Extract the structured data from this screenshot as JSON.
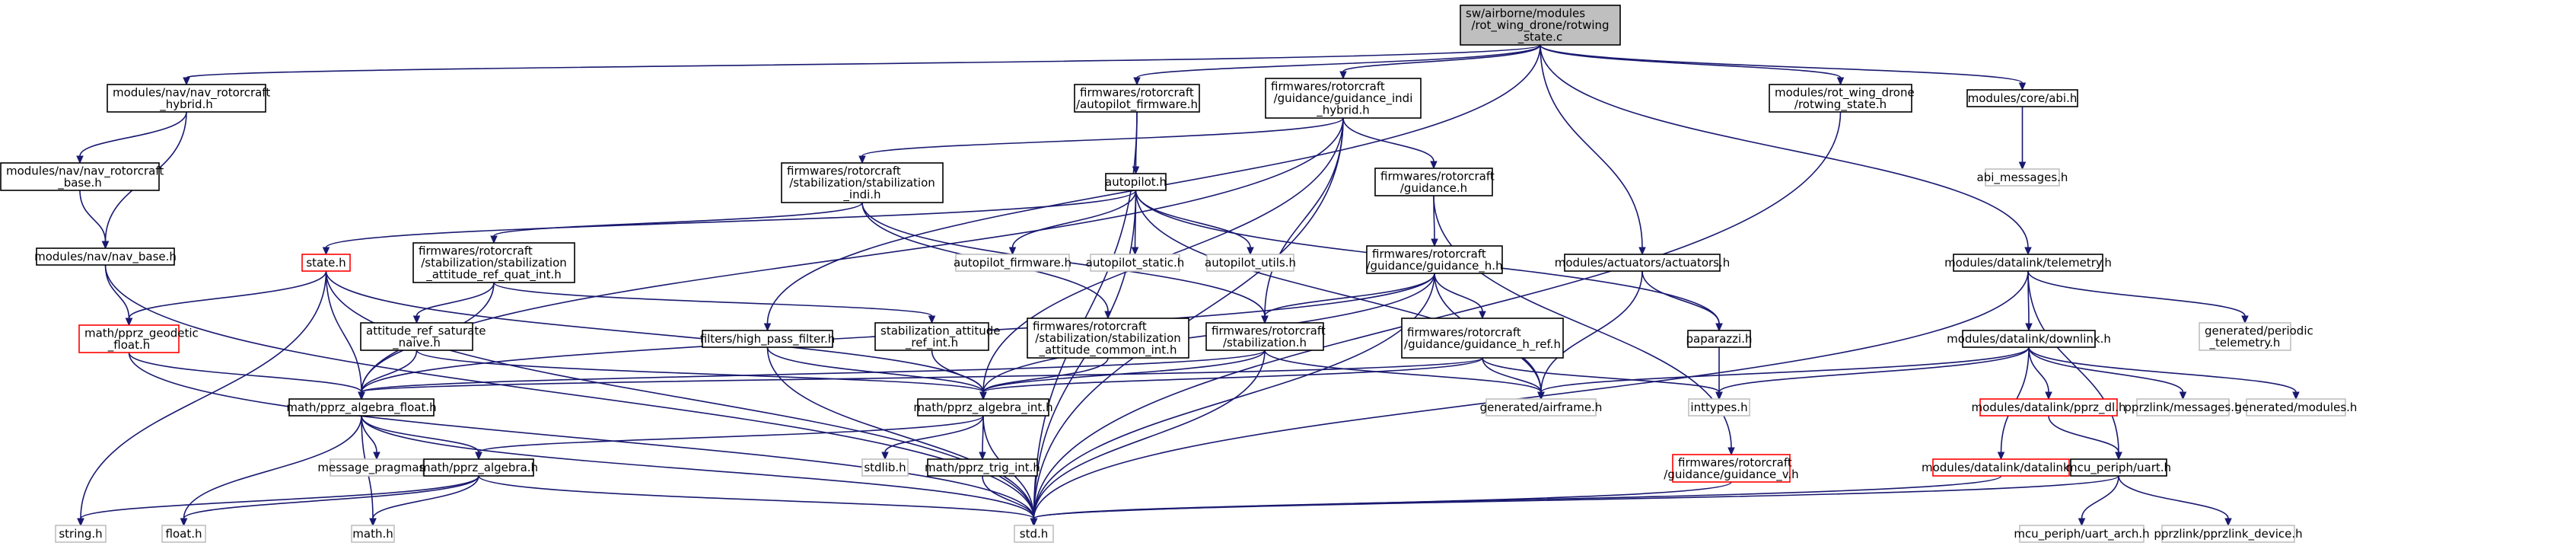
{
  "title": "sw/airborne/modules/rot_wing_drone/rotwing_state.c",
  "colors": {
    "root_fill": "#bfbfbf",
    "root_stroke": "#000000",
    "normal_stroke": "#000000",
    "missing_stroke": "#ff0000",
    "external_stroke": "#bfbfbf",
    "external_text": "#555555",
    "edge": "#191970"
  },
  "nodes": [
    {
      "id": "root",
      "style": "root",
      "lines": [
        "sw/airborne/modules",
        "/rot_wing_drone/rotwing",
        "_state.c"
      ]
    },
    {
      "id": "nav_rotorcraft_hybrid",
      "style": "normal",
      "lines": [
        "modules/nav/nav_rotorcraft",
        "_hybrid.h"
      ]
    },
    {
      "id": "autopilot_firmware",
      "style": "normal",
      "lines": [
        "firmwares/rotorcraft",
        "/autopilot_firmware.h"
      ]
    },
    {
      "id": "guidance_indi_hybrid",
      "style": "normal",
      "lines": [
        "firmwares/rotorcraft",
        "/guidance/guidance_indi",
        "_hybrid.h"
      ]
    },
    {
      "id": "rotwing_state_h",
      "style": "normal",
      "lines": [
        "modules/rot_wing_drone",
        "/rotwing_state.h"
      ]
    },
    {
      "id": "abi",
      "style": "normal",
      "lines": [
        "modules/core/abi.h"
      ]
    },
    {
      "id": "abi_messages",
      "style": "external",
      "lines": [
        "abi_messages.h"
      ]
    },
    {
      "id": "nav_rotorcraft_base",
      "style": "normal",
      "lines": [
        "modules/nav/nav_rotorcraft",
        "_base.h"
      ]
    },
    {
      "id": "stabilization_indi",
      "style": "normal",
      "lines": [
        "firmwares/rotorcraft",
        "/stabilization/stabilization",
        "_indi.h"
      ]
    },
    {
      "id": "autopilot",
      "style": "normal",
      "lines": [
        "autopilot.h"
      ]
    },
    {
      "id": "guidance",
      "style": "normal",
      "lines": [
        "firmwares/rotorcraft",
        "/guidance.h"
      ]
    },
    {
      "id": "nav_base",
      "style": "normal",
      "lines": [
        "modules/nav/nav_base.h"
      ]
    },
    {
      "id": "state",
      "style": "missing",
      "lines": [
        "state.h"
      ]
    },
    {
      "id": "autopilot_firmware_ext",
      "style": "external",
      "lines": [
        "autopilot_firmware.h"
      ]
    },
    {
      "id": "autopilot_static",
      "style": "external",
      "lines": [
        "autopilot_static.h"
      ]
    },
    {
      "id": "autopilot_utils",
      "style": "external",
      "lines": [
        "autopilot_utils.h"
      ]
    },
    {
      "id": "guidance_h",
      "style": "normal",
      "lines": [
        "firmwares/rotorcraft",
        "/guidance/guidance_h.h"
      ]
    },
    {
      "id": "actuators",
      "style": "normal",
      "lines": [
        "modules/actuators/actuators.h"
      ]
    },
    {
      "id": "telemetry",
      "style": "normal",
      "lines": [
        "modules/datalink/telemetry.h"
      ]
    },
    {
      "id": "stab_attitude_ref_quat",
      "style": "normal",
      "lines": [
        "firmwares/rotorcraft",
        "/stabilization/stabilization",
        "_attitude_ref_quat_int.h"
      ]
    },
    {
      "id": "pprz_geodetic_float",
      "style": "missing",
      "lines": [
        "math/pprz_geodetic",
        "_float.h"
      ]
    },
    {
      "id": "attitude_ref_saturate",
      "style": "normal",
      "lines": [
        "attitude_ref_saturate",
        "_naive.h"
      ]
    },
    {
      "id": "high_pass_filter",
      "style": "normal",
      "lines": [
        "filters/high_pass_filter.h"
      ]
    },
    {
      "id": "stab_attitude_ref_int",
      "style": "normal",
      "lines": [
        "stabilization_attitude",
        "_ref_int.h"
      ]
    },
    {
      "id": "stab_attitude_common_int",
      "style": "normal",
      "lines": [
        "firmwares/rotorcraft",
        "/stabilization/stabilization",
        "_attitude_common_int.h"
      ]
    },
    {
      "id": "stabilization_h",
      "style": "normal",
      "lines": [
        "firmwares/rotorcraft",
        "/stabilization.h"
      ]
    },
    {
      "id": "guidance_h_ref",
      "style": "normal",
      "lines": [
        "firmwares/rotorcraft",
        "/guidance/guidance_h_ref.h"
      ]
    },
    {
      "id": "paparazzi",
      "style": "normal",
      "lines": [
        "paparazzi.h"
      ]
    },
    {
      "id": "downlink",
      "style": "normal",
      "lines": [
        "modules/datalink/downlink.h"
      ]
    },
    {
      "id": "periodic_telemetry",
      "style": "external",
      "lines": [
        "generated/periodic",
        "_telemetry.h"
      ]
    },
    {
      "id": "pprz_algebra_float",
      "style": "normal",
      "lines": [
        "math/pprz_algebra_float.h"
      ]
    },
    {
      "id": "pprz_algebra_int",
      "style": "normal",
      "lines": [
        "math/pprz_algebra_int.h"
      ]
    },
    {
      "id": "airframe",
      "style": "external",
      "lines": [
        "generated/airframe.h"
      ]
    },
    {
      "id": "inttypes",
      "style": "external",
      "lines": [
        "inttypes.h"
      ]
    },
    {
      "id": "pprz_dl",
      "style": "missing",
      "lines": [
        "modules/datalink/pprz_dl.h"
      ]
    },
    {
      "id": "pprzlink_messages",
      "style": "external",
      "lines": [
        "pprzlink/messages.h"
      ]
    },
    {
      "id": "generated_modules",
      "style": "external",
      "lines": [
        "generated/modules.h"
      ]
    },
    {
      "id": "message_pragmas",
      "style": "external",
      "lines": [
        "message_pragmas.h"
      ]
    },
    {
      "id": "stdlib",
      "style": "external",
      "lines": [
        "stdlib.h"
      ]
    },
    {
      "id": "pprz_algebra",
      "style": "normal",
      "lines": [
        "math/pprz_algebra.h"
      ]
    },
    {
      "id": "pprz_trig_int",
      "style": "normal",
      "lines": [
        "math/pprz_trig_int.h"
      ]
    },
    {
      "id": "guidance_v",
      "style": "missing",
      "lines": [
        "firmwares/rotorcraft",
        "/guidance/guidance_v.h"
      ]
    },
    {
      "id": "datalink",
      "style": "missing",
      "lines": [
        "modules/datalink/datalink.h"
      ]
    },
    {
      "id": "uart",
      "style": "normal",
      "lines": [
        "mcu_periph/uart.h"
      ]
    },
    {
      "id": "string_h",
      "style": "external",
      "lines": [
        "string.h"
      ]
    },
    {
      "id": "float_h",
      "style": "external",
      "lines": [
        "float.h"
      ]
    },
    {
      "id": "math_h",
      "style": "external",
      "lines": [
        "math.h"
      ]
    },
    {
      "id": "std_h",
      "style": "external",
      "lines": [
        "std.h"
      ]
    },
    {
      "id": "uart_arch",
      "style": "external",
      "lines": [
        "mcu_periph/uart_arch.h"
      ]
    },
    {
      "id": "pprzlink_device",
      "style": "external",
      "lines": [
        "pprzlink/pprzlink_device.h"
      ]
    }
  ],
  "edges": [
    [
      "root",
      "nav_rotorcraft_hybrid"
    ],
    [
      "root",
      "autopilot_firmware"
    ],
    [
      "root",
      "guidance_indi_hybrid"
    ],
    [
      "root",
      "rotwing_state_h"
    ],
    [
      "root",
      "abi"
    ],
    [
      "root",
      "actuators"
    ],
    [
      "root",
      "telemetry"
    ],
    [
      "root",
      "high_pass_filter"
    ],
    [
      "nav_rotorcraft_hybrid",
      "nav_rotorcraft_base"
    ],
    [
      "nav_rotorcraft_hybrid",
      "nav_base"
    ],
    [
      "nav_rotorcraft_base",
      "nav_base"
    ],
    [
      "nav_base",
      "pprz_geodetic_float"
    ],
    [
      "nav_base",
      "std_h"
    ],
    [
      "autopilot_firmware",
      "autopilot"
    ],
    [
      "autopilot_firmware",
      "std_h"
    ],
    [
      "guidance_indi_hybrid",
      "stabilization_indi"
    ],
    [
      "guidance_indi_hybrid",
      "guidance"
    ],
    [
      "guidance_indi_hybrid",
      "stabilization_h"
    ],
    [
      "guidance_indi_hybrid",
      "pprz_algebra_float"
    ],
    [
      "guidance_indi_hybrid",
      "pprz_algebra_int"
    ],
    [
      "guidance_indi_hybrid",
      "std_h"
    ],
    [
      "rotwing_state_h",
      "std_h"
    ],
    [
      "abi",
      "abi_messages"
    ],
    [
      "stabilization_indi",
      "stab_attitude_ref_quat"
    ],
    [
      "stabilization_indi",
      "stab_attitude_common_int"
    ],
    [
      "stabilization_indi",
      "stabilization_h"
    ],
    [
      "autopilot",
      "state"
    ],
    [
      "autopilot",
      "autopilot_firmware_ext"
    ],
    [
      "autopilot",
      "autopilot_static"
    ],
    [
      "autopilot",
      "autopilot_utils"
    ],
    [
      "autopilot",
      "paparazzi"
    ],
    [
      "autopilot",
      "airframe"
    ],
    [
      "autopilot",
      "std_h"
    ],
    [
      "guidance",
      "guidance_h"
    ],
    [
      "guidance",
      "guidance_v"
    ],
    [
      "state",
      "pprz_geodetic_float"
    ],
    [
      "state",
      "pprz_algebra_float"
    ],
    [
      "state",
      "pprz_algebra_int"
    ],
    [
      "state",
      "string_h"
    ],
    [
      "state",
      "std_h"
    ],
    [
      "guidance_h",
      "stabilization_h"
    ],
    [
      "guidance_h",
      "guidance_h_ref"
    ],
    [
      "guidance_h",
      "pprz_algebra_float"
    ],
    [
      "guidance_h",
      "pprz_algebra_int"
    ],
    [
      "guidance_h",
      "airframe"
    ],
    [
      "guidance_h",
      "std_h"
    ],
    [
      "actuators",
      "paparazzi"
    ],
    [
      "actuators",
      "airframe"
    ],
    [
      "telemetry",
      "downlink"
    ],
    [
      "telemetry",
      "periodic_telemetry"
    ],
    [
      "telemetry",
      "uart"
    ],
    [
      "telemetry",
      "std_h"
    ],
    [
      "stab_attitude_ref_quat",
      "attitude_ref_saturate"
    ],
    [
      "stab_attitude_ref_quat",
      "stab_attitude_ref_int"
    ],
    [
      "stab_attitude_ref_quat",
      "pprz_algebra_float"
    ],
    [
      "pprz_geodetic_float",
      "pprz_algebra_float"
    ],
    [
      "pprz_geodetic_float",
      "std_h"
    ],
    [
      "attitude_ref_saturate",
      "pprz_algebra_float"
    ],
    [
      "attitude_ref_saturate",
      "pprz_algebra_int"
    ],
    [
      "high_pass_filter",
      "pprz_algebra_int"
    ],
    [
      "high_pass_filter",
      "std_h"
    ],
    [
      "stab_attitude_ref_int",
      "pprz_algebra_int"
    ],
    [
      "stab_attitude_common_int",
      "pprz_algebra_int"
    ],
    [
      "stabilization_h",
      "pprz_algebra_float"
    ],
    [
      "stabilization_h",
      "pprz_algebra_int"
    ],
    [
      "stabilization_h",
      "airframe"
    ],
    [
      "stabilization_h",
      "std_h"
    ],
    [
      "guidance_h_ref",
      "pprz_algebra_float"
    ],
    [
      "guidance_h_ref",
      "pprz_algebra_int"
    ],
    [
      "guidance_h_ref",
      "airframe"
    ],
    [
      "guidance_h_ref",
      "inttypes"
    ],
    [
      "paparazzi",
      "inttypes"
    ],
    [
      "downlink",
      "inttypes"
    ],
    [
      "downlink",
      "pprz_dl"
    ],
    [
      "downlink",
      "pprzlink_messages"
    ],
    [
      "downlink",
      "generated_modules"
    ],
    [
      "downlink",
      "datalink"
    ],
    [
      "downlink",
      "airframe"
    ],
    [
      "pprz_algebra_float",
      "pprz_algebra"
    ],
    [
      "pprz_algebra_float",
      "message_pragmas"
    ],
    [
      "pprz_algebra_float",
      "float_h"
    ],
    [
      "pprz_algebra_float",
      "math_h"
    ],
    [
      "pprz_algebra_float",
      "std_h"
    ],
    [
      "pprz_algebra_int",
      "pprz_algebra"
    ],
    [
      "pprz_algebra_int",
      "pprz_trig_int"
    ],
    [
      "pprz_algebra_int",
      "stdlib"
    ],
    [
      "pprz_algebra_int",
      "std_h"
    ],
    [
      "pprz_algebra",
      "string_h"
    ],
    [
      "pprz_algebra",
      "float_h"
    ],
    [
      "pprz_algebra",
      "math_h"
    ],
    [
      "pprz_algebra",
      "std_h"
    ],
    [
      "pprz_trig_int",
      "std_h"
    ],
    [
      "pprz_dl",
      "uart"
    ],
    [
      "guidance_v",
      "std_h"
    ],
    [
      "datalink",
      "std_h"
    ],
    [
      "uart",
      "uart_arch"
    ],
    [
      "uart",
      "pprzlink_device"
    ],
    [
      "uart",
      "std_h"
    ]
  ]
}
